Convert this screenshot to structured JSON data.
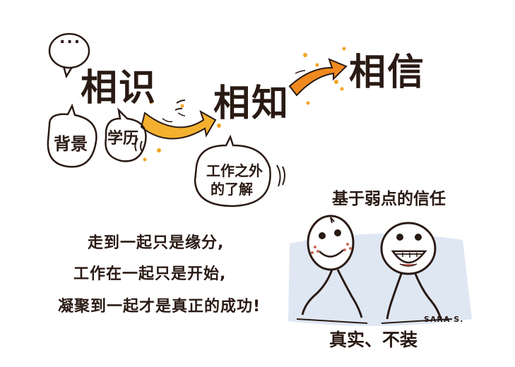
{
  "headings": {
    "stage1": "相识",
    "stage2": "相知",
    "stage3": "相信"
  },
  "bubbles": {
    "ellipsis": "...",
    "background": "背景",
    "education": "学历",
    "outside_work_line1": "工作之外",
    "outside_work_line2": "的了解"
  },
  "trust_title": "基于弱点的信任",
  "message_lines": [
    "走到一起只是缘分,",
    "工作在一起只是开始,",
    "凝聚到一起才是真正的成功!"
  ],
  "bottom_caption": "真实、不装",
  "signature": "SARA S.",
  "colors": {
    "ink": "#2a1a14",
    "arrow_fill": "#f4b12f",
    "arrow_fill_2": "#f08a1e",
    "dots": "#f3a324",
    "blush": "#c8695a",
    "backdrop": "#dbe4f2"
  },
  "icons": [
    "speech-bubble",
    "arrow-right",
    "stick-figure"
  ]
}
